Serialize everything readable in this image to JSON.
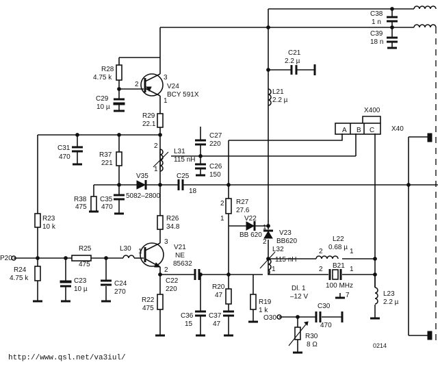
{
  "components": {
    "c38": {
      "ref": "C38",
      "value": "1 n"
    },
    "c39": {
      "ref": "C39",
      "value": "18 n"
    },
    "c21": {
      "ref": "C21",
      "value": "2.2 µ"
    },
    "l21": {
      "ref": "L21",
      "value": "2.2 µ"
    },
    "r28": {
      "ref": "R28",
      "value": "4.75 k"
    },
    "v24": {
      "ref": "V24",
      "value": "BCY 591X"
    },
    "c29": {
      "ref": "C29",
      "value": "10 µ"
    },
    "r29": {
      "ref": "R29",
      "value": "22.1"
    },
    "c27": {
      "ref": "C27",
      "value": "220"
    },
    "c26": {
      "ref": "C26",
      "value": "150"
    },
    "c31": {
      "ref": "C31",
      "value": "470"
    },
    "r37": {
      "ref": "R37",
      "value": "221"
    },
    "l31": {
      "ref": "L31",
      "value": "115 nH"
    },
    "v35": {
      "ref": "V35",
      "value": "5082–2800"
    },
    "c25": {
      "ref": "C25",
      "value": "18"
    },
    "r38": {
      "ref": "R38",
      "value": "475"
    },
    "c35": {
      "ref": "C35",
      "value": "470"
    },
    "r27": {
      "ref": "R27",
      "value": "27.6"
    },
    "r23": {
      "ref": "R23",
      "value": "10 k"
    },
    "r26": {
      "ref": "R26",
      "value": "34.8"
    },
    "v22": {
      "ref": "V22",
      "value": "BB 620"
    },
    "v23": {
      "ref": "V23",
      "value": "BB620"
    },
    "l22": {
      "ref": "L22",
      "value": "0.68 µ"
    },
    "r25": {
      "ref": "R25",
      "value": "475"
    },
    "l30": {
      "ref": "L30",
      "value": ""
    },
    "v21": {
      "ref": "V21",
      "value": "NE",
      "part": "85632"
    },
    "l32": {
      "ref": "L32",
      "value": "115 nH"
    },
    "r24": {
      "ref": "R24",
      "value": "4.75 k"
    },
    "b21": {
      "ref": "B21",
      "value": "100 MHz"
    },
    "c22": {
      "ref": "C22",
      "value": "220"
    },
    "c23": {
      "ref": "C23",
      "value": "10 µ"
    },
    "c24": {
      "ref": "C24",
      "value": "270"
    },
    "r20": {
      "ref": "R20",
      "value": "47"
    },
    "r19": {
      "ref": "R19",
      "value": "1 k"
    },
    "l23": {
      "ref": "L23",
      "value": "2.2 µ"
    },
    "r22": {
      "ref": "R22",
      "value": "475"
    },
    "c36": {
      "ref": "C36",
      "value": "15"
    },
    "c37": {
      "ref": "C37",
      "value": "47"
    },
    "c30": {
      "ref": "C30",
      "value": "470"
    },
    "r30": {
      "ref": "R30",
      "value": "8 Ω"
    }
  },
  "connectors": {
    "x400": "X400",
    "x40": "X40",
    "pin_a": "A",
    "pin_b": "B",
    "pin_c": "C",
    "p20": "P20",
    "o30": "O30"
  },
  "labels": {
    "supply_line1": "Dl. 1",
    "supply_line2": "–12 V",
    "pin7": "7",
    "ref_0214": "0214",
    "watermark": "http://www.qsl.net/va3iul/"
  },
  "pin_numbers": {
    "one": "1",
    "two": "2",
    "three": "3"
  }
}
